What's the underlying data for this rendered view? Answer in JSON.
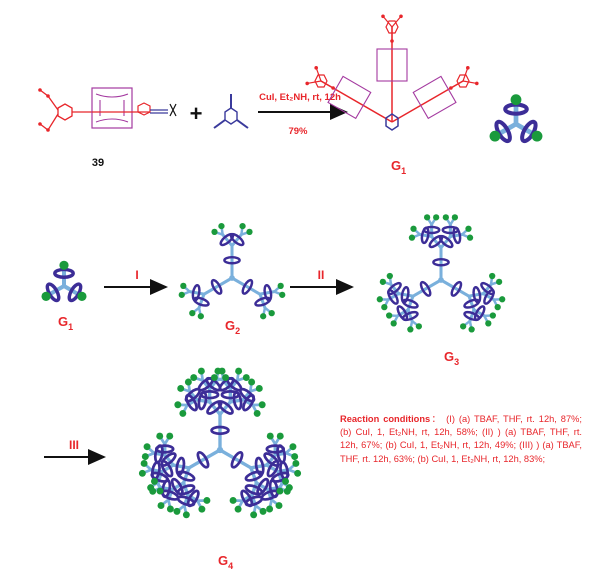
{
  "top": {
    "compound_number": "39",
    "plus": "+",
    "arrow_conditions": "CuI, Et₂NH, rt, 12h",
    "yield": "79%",
    "product": {
      "letter": "G",
      "sub": "1"
    }
  },
  "middle": {
    "g1": {
      "letter": "G",
      "sub": "1"
    },
    "step1": "I",
    "g2": {
      "letter": "G",
      "sub": "2"
    },
    "step2": "II",
    "g3": {
      "letter": "G",
      "sub": "3"
    }
  },
  "bottom": {
    "step3": "III",
    "g4": {
      "letter": "G",
      "sub": "4"
    }
  },
  "conditions": {
    "heading": "Reaction conditions",
    "colon": "：",
    "text": "(I) (a) TBAF, THF, rt. 12h, 87%; (b) CuI, 1, Et₂NH, rt, 12h, 58%; (II) ) (a) TBAF, THF, rt. 12h, 67%; (b) CuI, 1, Et₂NH, rt, 12h, 49%; (III) ) (a) TBAF, THF, rt. 12h, 63%; (b) CuI, 1, Et₂NH, rt, 12h, 83%;"
  },
  "colors": {
    "red": "#e8262b",
    "magenta": "#a43aa0",
    "blue_core": "#3a3a9c",
    "bond_blue": "#7ab0dc",
    "ring": "#3c2d97",
    "bead": "#1a9a3c"
  }
}
